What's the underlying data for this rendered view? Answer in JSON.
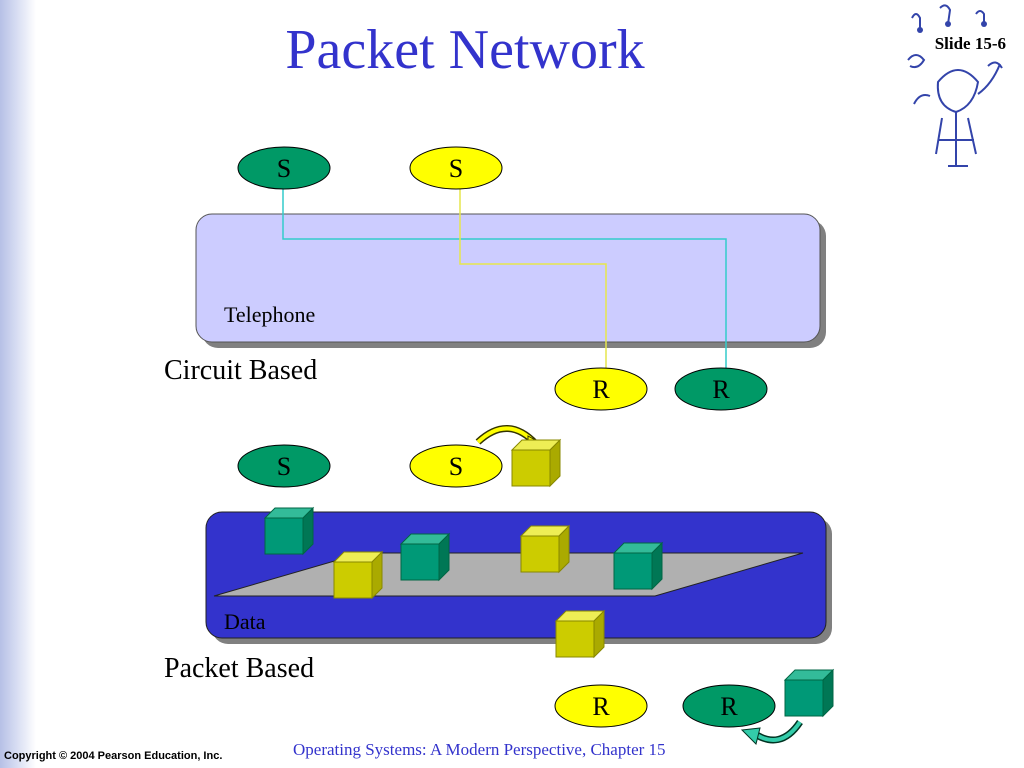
{
  "slide": {
    "title": "Packet Network",
    "number": "Slide 15-6",
    "footer_copyright": "Copyright © 2004 Pearson Education, Inc.",
    "footer_course": "Operating Systems: A Modern Perspective, Chapter 15"
  },
  "circuit": {
    "heading": "Circuit Based",
    "cloud_label": "Telephone",
    "senders": [
      "S",
      "S"
    ],
    "receivers": [
      "R",
      "R"
    ]
  },
  "packet": {
    "heading": "Packet Based",
    "cloud_label": "Data",
    "senders": [
      "S",
      "S"
    ],
    "receivers": [
      "R",
      "R"
    ]
  },
  "colors": {
    "title": "#3333cc",
    "green": "#009966",
    "yellow": "#ffff00",
    "telephone_fill": "#ccccff",
    "data_fill": "#3333cc",
    "conveyor": "#b0b0b0",
    "teal_cube": "#009977",
    "yellow_cube": "#cccc00",
    "line_cyan": "#33cccc",
    "line_yellow": "#e6e64d"
  },
  "icons": [
    "conductor-logo-icon",
    "packet-cube-icon",
    "curved-arrow-icon"
  ]
}
